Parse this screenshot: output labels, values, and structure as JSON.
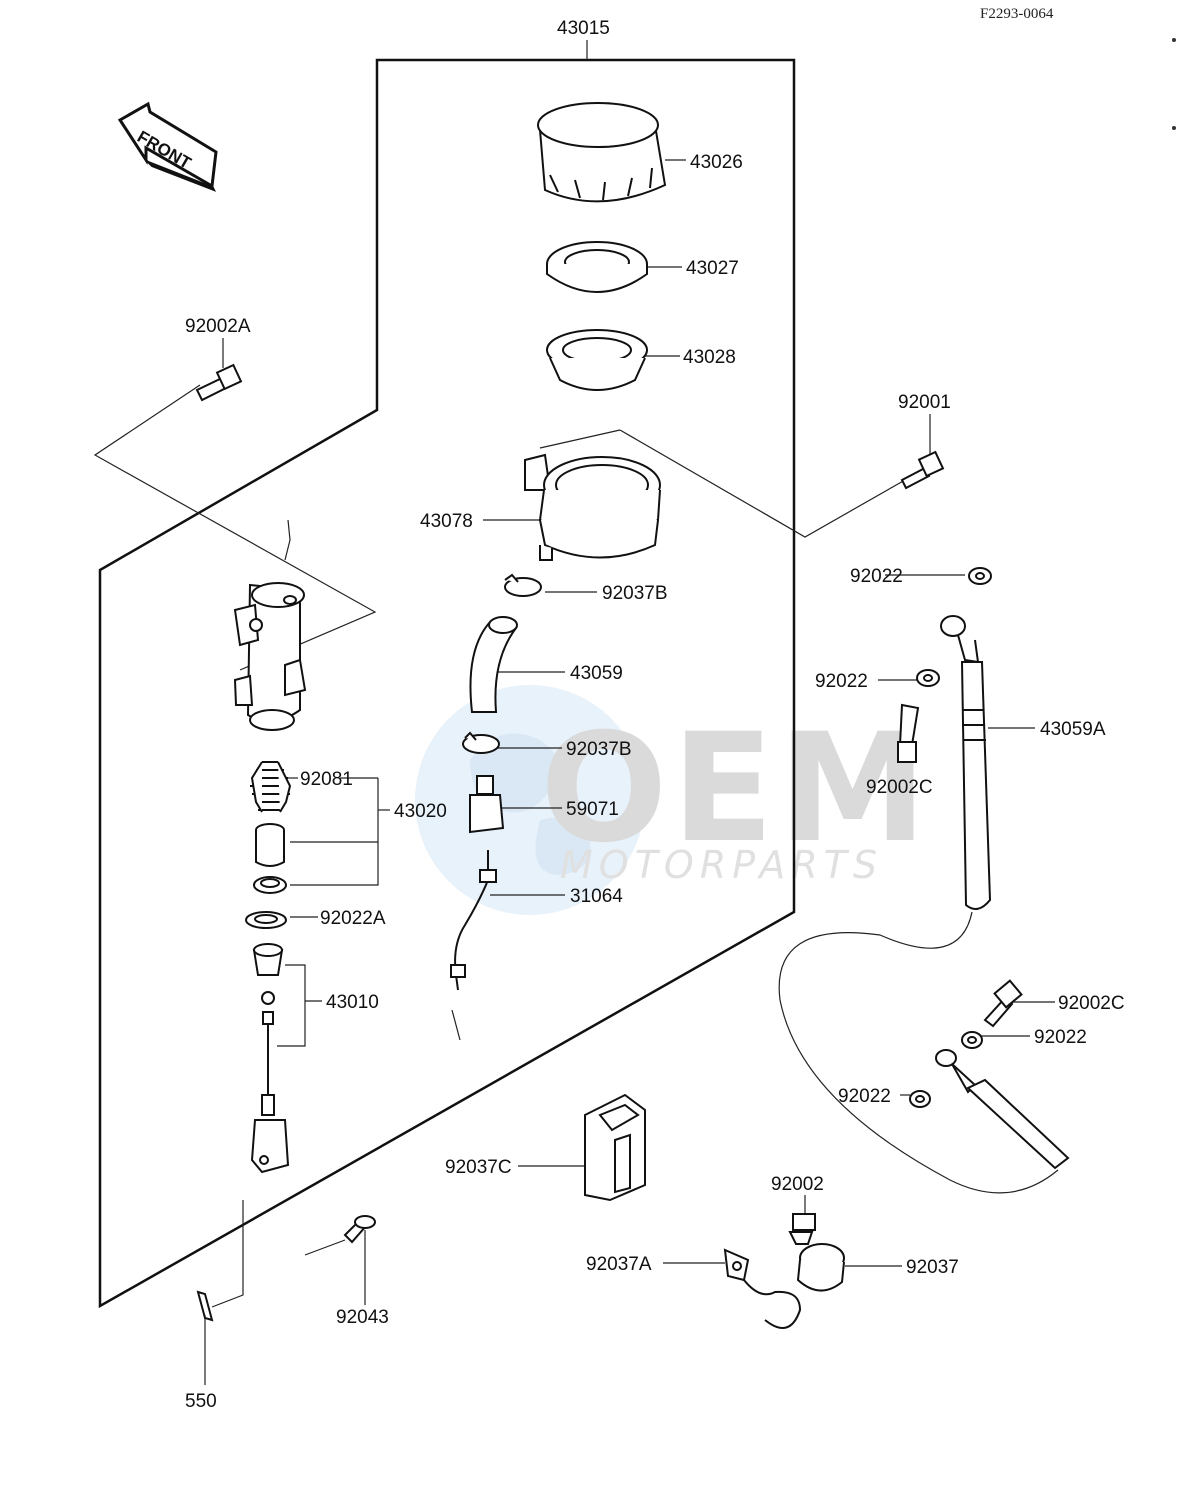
{
  "document_code": "F2293-0064",
  "direction_label": "FRONT",
  "watermark": {
    "brand": "OEM",
    "tagline": "MOTORPARTS"
  },
  "parts": [
    {
      "id": "p-43015",
      "number": "43015"
    },
    {
      "id": "p-43026",
      "number": "43026"
    },
    {
      "id": "p-43027",
      "number": "43027"
    },
    {
      "id": "p-43028",
      "number": "43028"
    },
    {
      "id": "p-92002A",
      "number": "92002A"
    },
    {
      "id": "p-92001",
      "number": "92001"
    },
    {
      "id": "p-43078",
      "number": "43078"
    },
    {
      "id": "p-92037B-top",
      "number": "92037B"
    },
    {
      "id": "p-92022-a",
      "number": "92022"
    },
    {
      "id": "p-43059",
      "number": "43059"
    },
    {
      "id": "p-92022-b",
      "number": "92022"
    },
    {
      "id": "p-43059A",
      "number": "43059A"
    },
    {
      "id": "p-92037B-bot",
      "number": "92037B"
    },
    {
      "id": "p-92002C-a",
      "number": "92002C"
    },
    {
      "id": "p-92081",
      "number": "92081"
    },
    {
      "id": "p-43020",
      "number": "43020"
    },
    {
      "id": "p-59071",
      "number": "59071"
    },
    {
      "id": "p-31064",
      "number": "31064"
    },
    {
      "id": "p-92022A",
      "number": "92022A"
    },
    {
      "id": "p-43010",
      "number": "43010"
    },
    {
      "id": "p-92002C-b",
      "number": "92002C"
    },
    {
      "id": "p-92022-c",
      "number": "92022"
    },
    {
      "id": "p-92022-d",
      "number": "92022"
    },
    {
      "id": "p-92037C",
      "number": "92037C"
    },
    {
      "id": "p-92002",
      "number": "92002"
    },
    {
      "id": "p-92037A",
      "number": "92037A"
    },
    {
      "id": "p-92037",
      "number": "92037"
    },
    {
      "id": "p-92043",
      "number": "92043"
    },
    {
      "id": "p-550",
      "number": "550"
    }
  ]
}
